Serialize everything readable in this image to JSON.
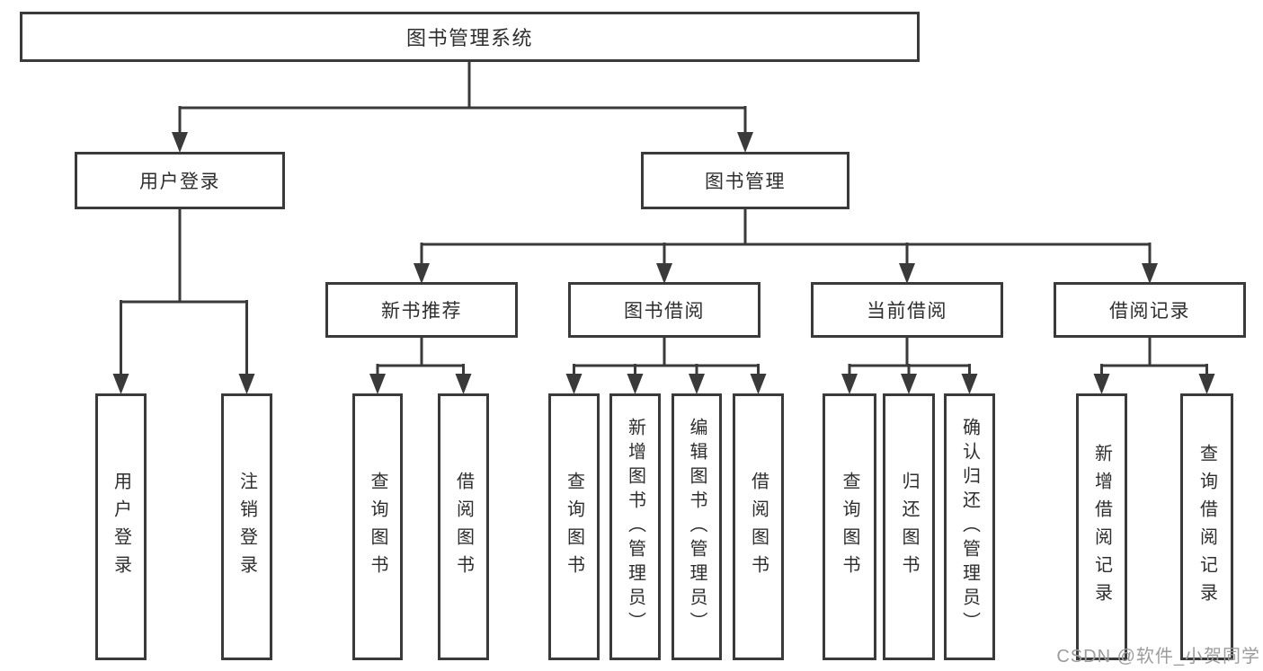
{
  "diagram": {
    "root": {
      "label": "图书管理系统",
      "children": [
        {
          "label": "用户登录",
          "children": [
            {
              "label": "用户登录"
            },
            {
              "label": "注销登录"
            }
          ]
        },
        {
          "label": "图书管理",
          "children": [
            {
              "label": "新书推荐",
              "children": [
                {
                  "label": "查询图书"
                },
                {
                  "label": "借阅图书"
                }
              ]
            },
            {
              "label": "图书借阅",
              "children": [
                {
                  "label": "查询图书"
                },
                {
                  "label": "新增图书（管理员）"
                },
                {
                  "label": "编辑图书（管理员）"
                },
                {
                  "label": "借阅图书"
                }
              ]
            },
            {
              "label": "当前借阅",
              "children": [
                {
                  "label": "查询图书"
                },
                {
                  "label": "归还图书"
                },
                {
                  "label": "确认归还（管理员）"
                }
              ]
            },
            {
              "label": "借阅记录",
              "children": [
                {
                  "label": "新增借阅记录"
                },
                {
                  "label": "查询借阅记录"
                }
              ]
            }
          ]
        }
      ]
    }
  },
  "watermark": {
    "text": "CSDN @软件_小贺同学"
  },
  "colors": {
    "line": "#3a3a3a",
    "text": "#2e2e2e",
    "watermark": "#9c9c9c",
    "background": "#ffffff"
  }
}
